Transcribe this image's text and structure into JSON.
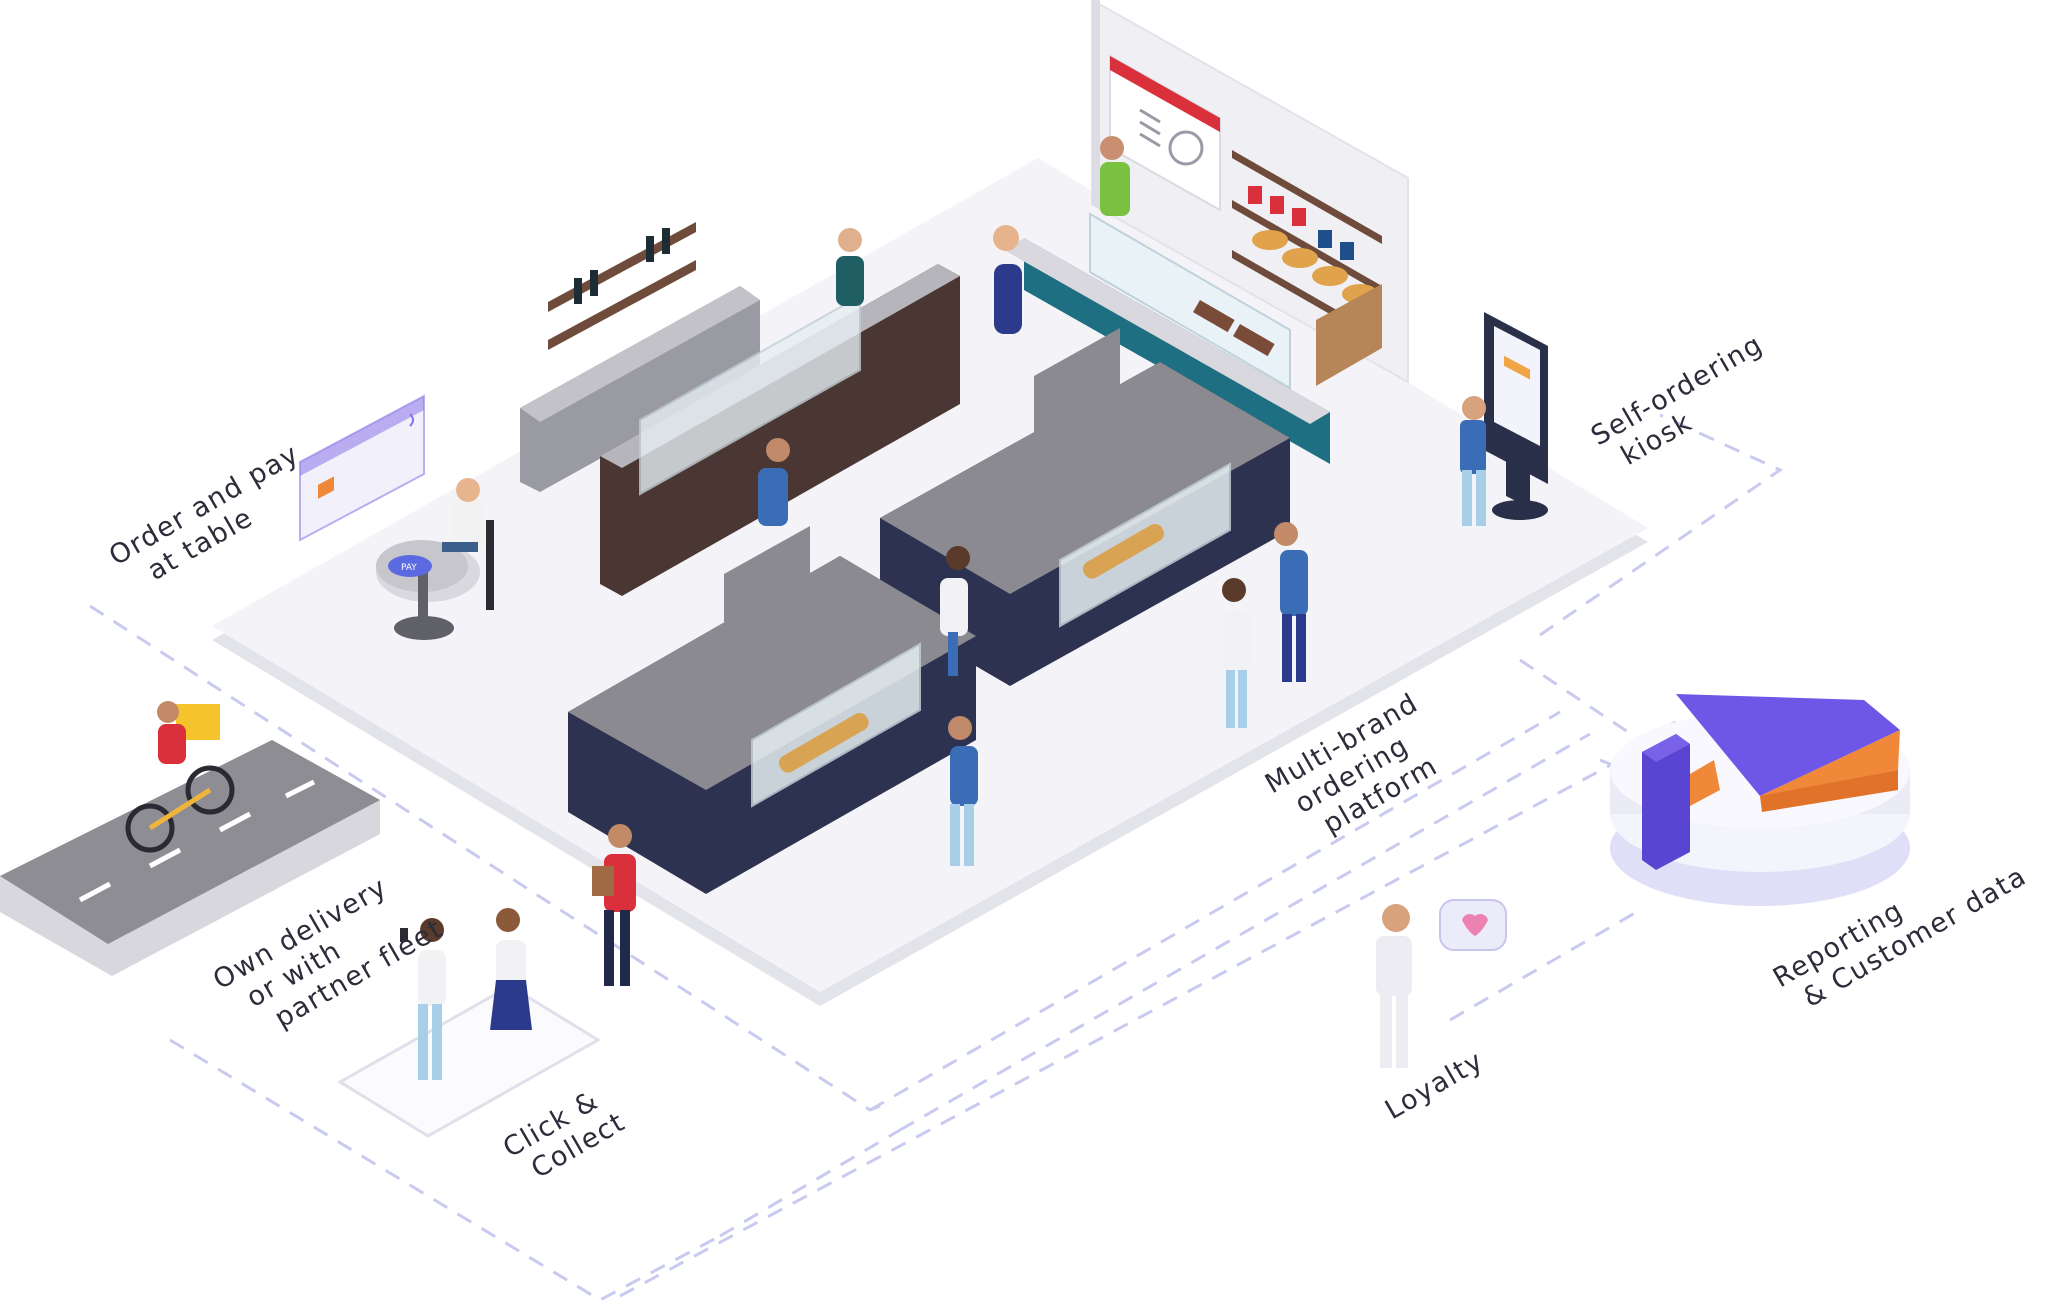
{
  "labels": {
    "order_pay_line1": "Order and pay",
    "order_pay_line2": "at table",
    "pay_badge": "PAY",
    "kiosk_line1": "Self-ordering",
    "kiosk_line2": "kiosk",
    "multibrand_line1": "Multi-brand",
    "multibrand_line2": "ordering",
    "multibrand_line3": "platform",
    "delivery_line1": "Own delivery",
    "delivery_line2": "or with",
    "delivery_line3": "partner fleet",
    "click_line1": "Click &",
    "click_line2": "Collect",
    "loyalty": "Loyalty",
    "reporting_line1": "Reporting",
    "reporting_line2": "& Customer data"
  },
  "colors": {
    "floor": "#f4f4f8",
    "dashed_line": "#c8cbef",
    "accent_purple": "#7a62e8",
    "accent_orange": "#f0883a",
    "counter_dark": "#2d3250",
    "counter_top": "#8a8a90",
    "brand_red": "#d9303b",
    "teal": "#1f6f82"
  },
  "icons": [
    "credit-card-icon",
    "pay-terminal-icon",
    "kiosk-screen-icon",
    "pie-chart-icon",
    "heart-speech-bubble-icon",
    "delivery-bike-icon",
    "phone-icon",
    "menu-board-icon"
  ]
}
